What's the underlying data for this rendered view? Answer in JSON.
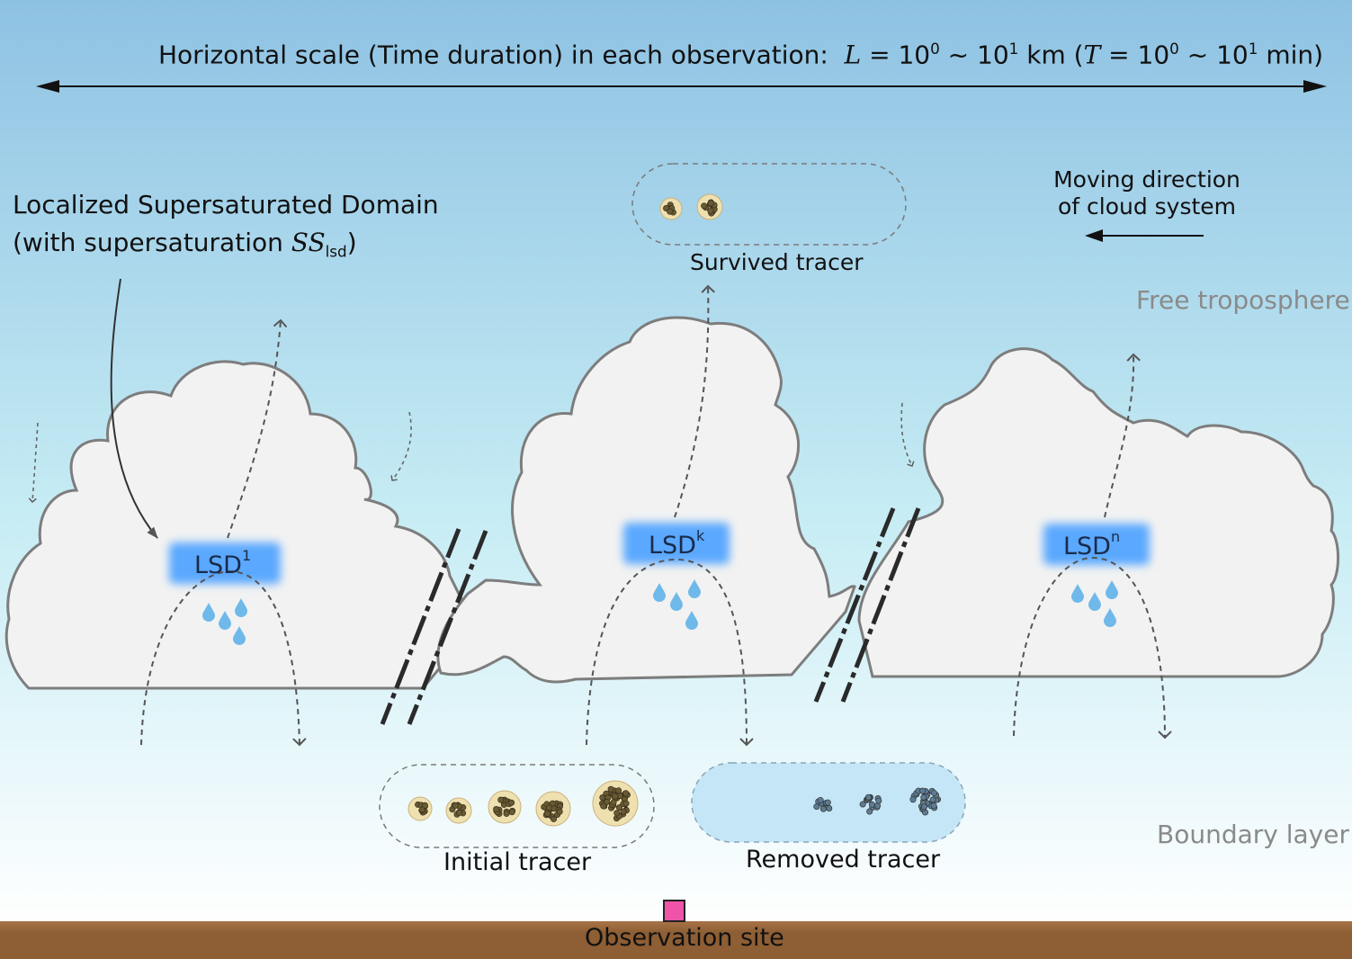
{
  "header": {
    "scale_prefix": "Horizontal scale (Time duration) in each observation:",
    "L": "L",
    "eq": " = 10",
    "exp0": "0",
    "tilde": " ~ 10",
    "exp1": "1",
    "km_open": " km (",
    "T": "T",
    "min_close": " min)"
  },
  "lsd_label": {
    "line1": "Localized Supersaturated Domain",
    "line2_prefix": "(with supersaturation ",
    "ss": "SS",
    "ss_sub": "lsd",
    "line2_suffix": ")"
  },
  "domains": [
    {
      "base": "LSD",
      "sup": "1"
    },
    {
      "base": "LSD",
      "sup": "k"
    },
    {
      "base": "LSD",
      "sup": "n"
    }
  ],
  "moving_direction": {
    "line1": "Moving direction",
    "line2": "of cloud system"
  },
  "layers": {
    "free": "Free troposphere",
    "boundary": "Boundary layer"
  },
  "tracers": {
    "survived": "Survived tracer",
    "initial": "Initial tracer",
    "removed": "Removed tracer"
  },
  "observation_site": "Observation site",
  "colors": {
    "sky_top": "#8ec2e3",
    "sky_mid": "#c6ecf4",
    "sky_bottom": "#ffffff",
    "ground": "#8e5e34",
    "cloud_fill": "#f2f2f2",
    "cloud_stroke": "#7d7d7d",
    "lsd_glow": "#5aa8ff",
    "droplet": "#6fb9ea",
    "site_marker": "#f054a8",
    "tracer_particle": "#6a5a32",
    "tracer_coating": "#efe0b0",
    "removed_particle": "#5d7b96",
    "removed_box": "#c5e6f7"
  }
}
